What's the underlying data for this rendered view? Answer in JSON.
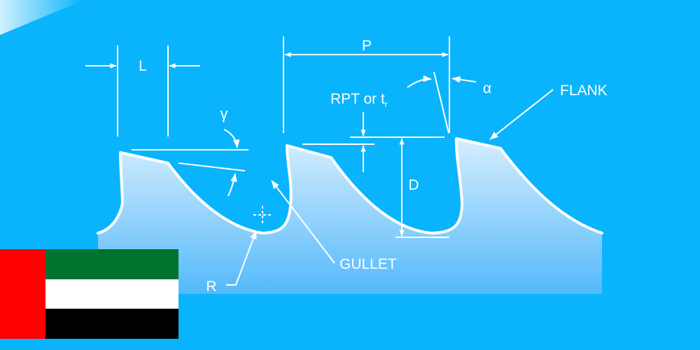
{
  "colors": {
    "background": "#0ab4fc",
    "line": "#ffffff",
    "blade_fill_top": "#d6eefe",
    "blade_fill_bottom": "#53b9fb",
    "flag_red": "#ff0000",
    "flag_green": "#00732f",
    "flag_white": "#ffffff",
    "flag_black": "#000000"
  },
  "labels": {
    "pitch": "P",
    "tooth_width": "L",
    "rake_angle": "γ",
    "back_angle": "α",
    "set_prefix": "RPT or t",
    "set_subscript": "r",
    "depth": "D",
    "flank": "FLANK",
    "gullet": "GULLET",
    "radius": "R"
  },
  "flag": {
    "name_icon": "uae-flag-icon"
  }
}
